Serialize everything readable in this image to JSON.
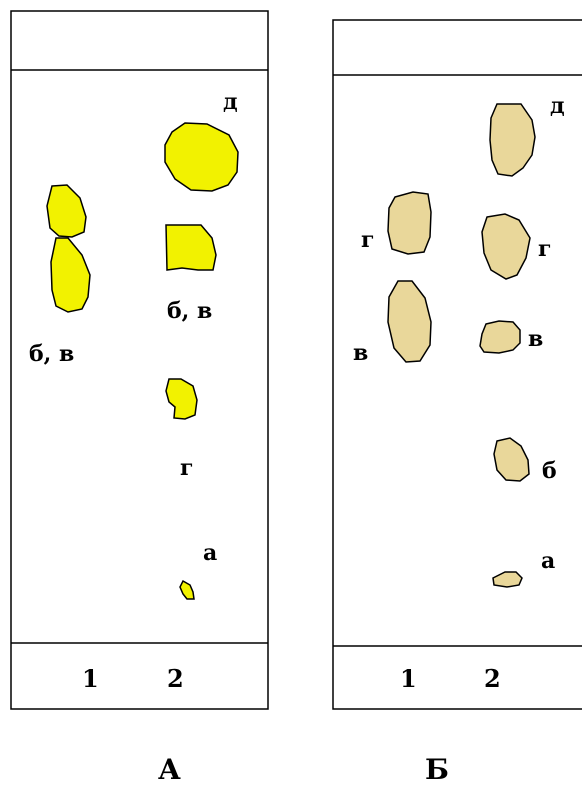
{
  "colors": {
    "spot_a": "#f2f200",
    "spot_b": "#e9d79a",
    "outline": "#000000",
    "background": "#ffffff"
  },
  "plate_a": {
    "caption": "А",
    "lanes": [
      "1",
      "2"
    ],
    "labels": {
      "lane1_bv": "б, в",
      "lane2_d": "д",
      "lane2_bv": "б, в",
      "lane2_g": "г",
      "lane2_a": "а"
    }
  },
  "plate_b": {
    "caption": "Б",
    "lanes": [
      "1",
      "2"
    ],
    "labels": {
      "lane1_g": "г",
      "lane1_v": "в",
      "lane2_d": "д",
      "lane2_g": "г",
      "lane2_v": "в",
      "lane2_b": "б",
      "lane2_a": "а"
    }
  }
}
